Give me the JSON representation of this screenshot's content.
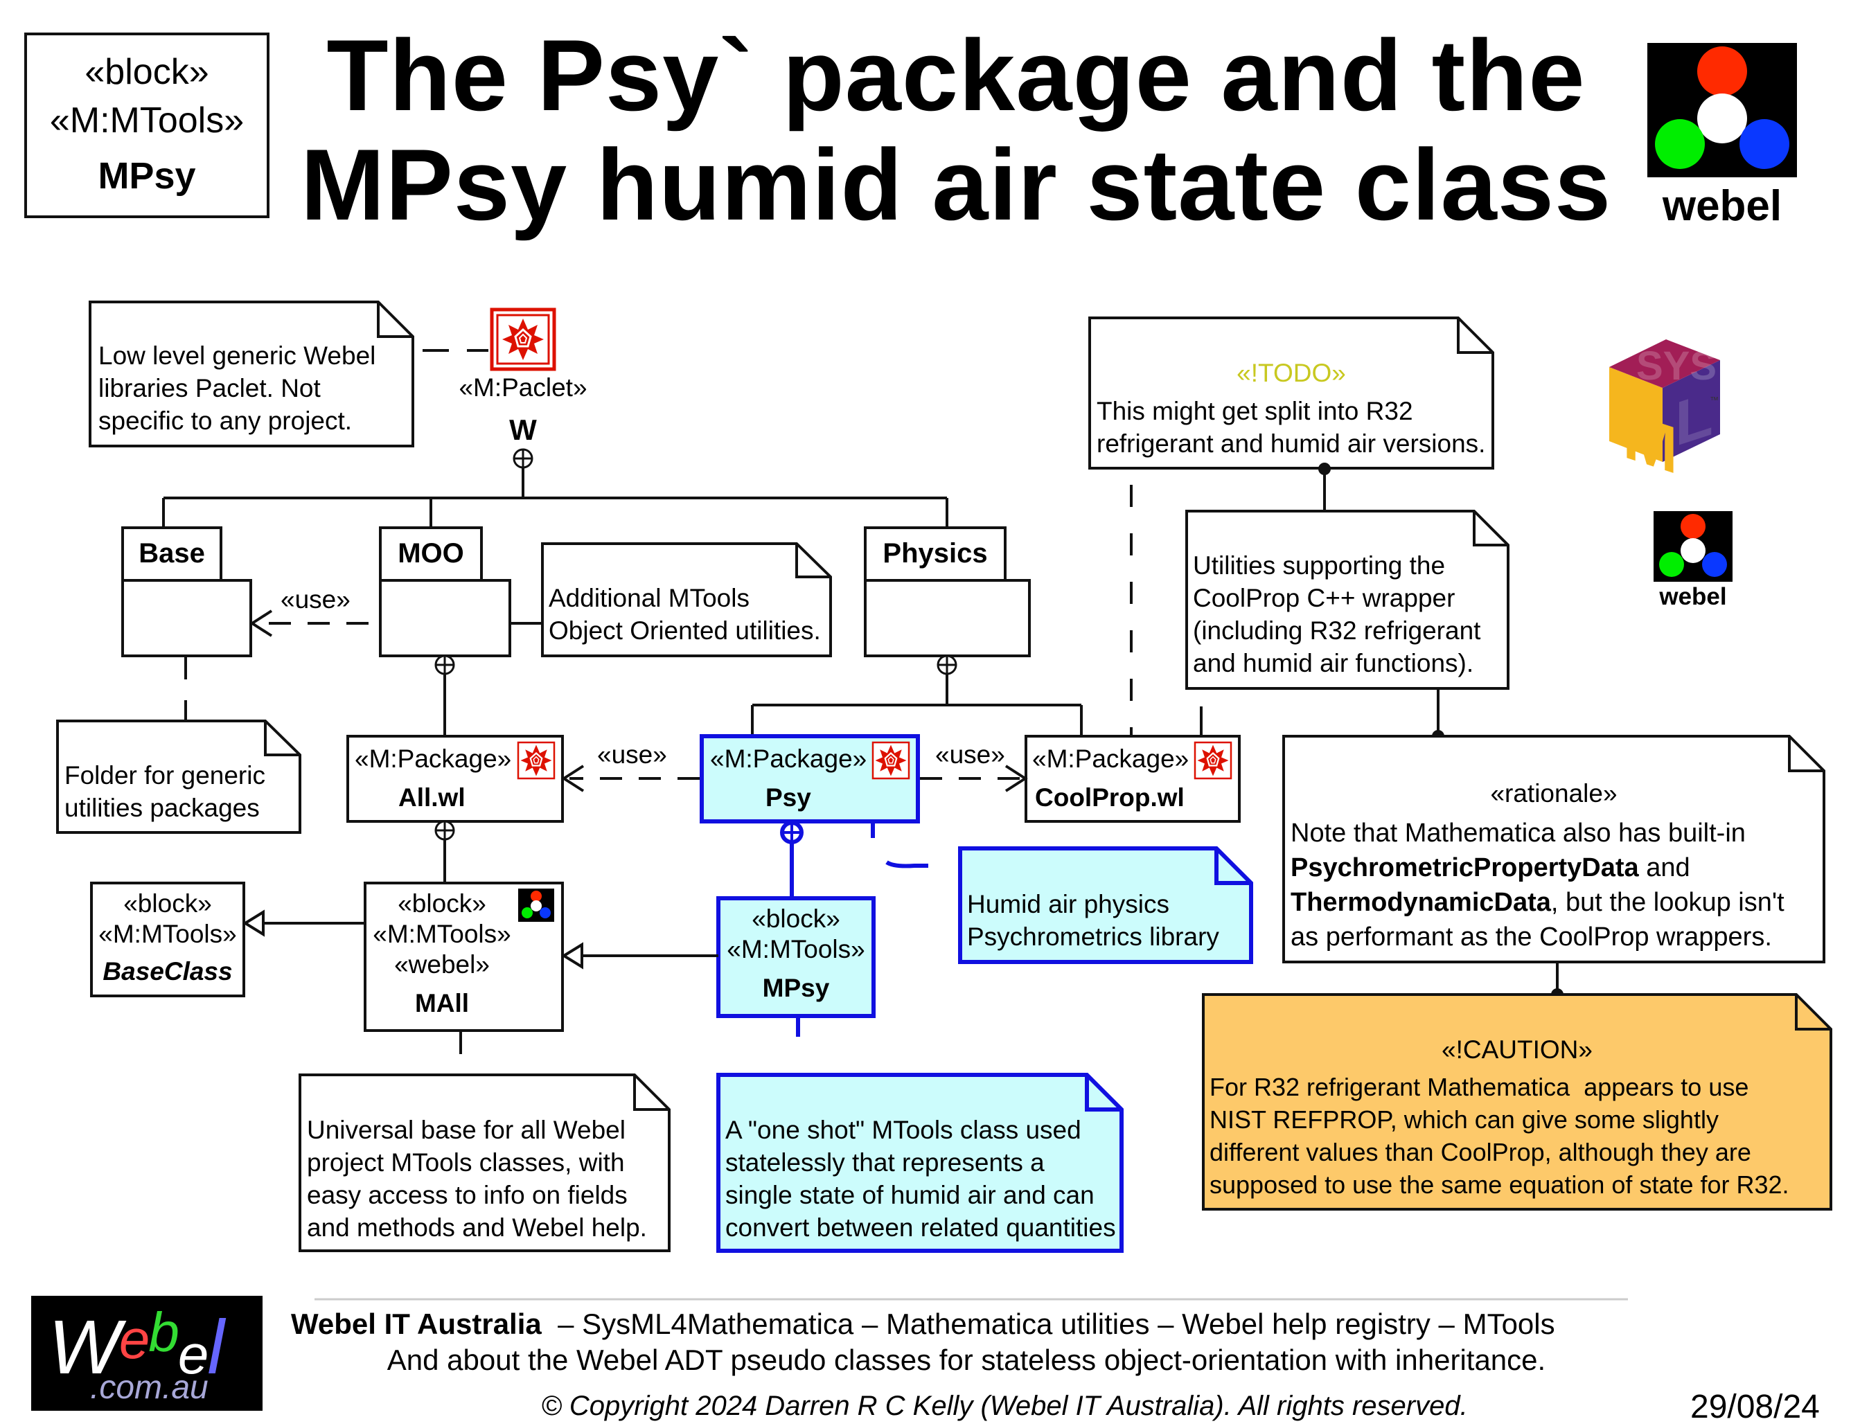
{
  "header": {
    "block_stereotypes": [
      "«block»",
      "«M:MTools»"
    ],
    "block_name": "MPsy",
    "title_line1": "The Psy` package and the",
    "title_line2": "MPsy humid air state class",
    "logo_text": "webel"
  },
  "colors": {
    "highlight_fill": "#ccfcfc",
    "highlight_stroke": "#1010e0",
    "caution_fill": "#fdc96a",
    "todo_text": "#c8c820",
    "wolfram_red": "#dd1100",
    "webel_red": "#ff2a00",
    "webel_green": "#00ee00",
    "webel_blue": "#0a38ff",
    "sysml_maroon": "#a21e56",
    "sysml_yellow": "#f5b61e",
    "sysml_purple": "#4a2a8a"
  },
  "diagram": {
    "paclet": {
      "stereotype": "«M:Paclet»",
      "name": "W"
    },
    "packages": {
      "base": "Base",
      "moo": "MOO",
      "physics": "Physics"
    },
    "use_labels": [
      "«use»",
      "«use»",
      "«use»"
    ],
    "all_wl": {
      "stereotype": "«M:Package»",
      "name": "All.wl"
    },
    "psy": {
      "stereotype": "«M:Package»",
      "name": "Psy"
    },
    "coolprop_wl": {
      "stereotype": "«M:Package»",
      "name": "CoolProp.wl"
    },
    "baseclass": {
      "stereotypes": [
        "«block»",
        "«M:MTools»"
      ],
      "name": "BaseClass"
    },
    "mall": {
      "stereotypes": [
        "«block»",
        "«M:MTools»",
        "«webel»"
      ],
      "name": "MAll"
    },
    "mpsy": {
      "stereotypes": [
        "«block»",
        "«M:MTools»"
      ],
      "name": "MPsy"
    },
    "notes": {
      "low_level": [
        "Low level generic Webel",
        "libraries Paclet. Not",
        "specific to any project."
      ],
      "additional": [
        "Additional MTools",
        "Object Oriented utilities."
      ],
      "folder": [
        "Folder for generic",
        "utilities packages"
      ],
      "todo_stereotype": "«!TODO»",
      "todo": [
        "This might get split into R32",
        "refrigerant and humid air versions."
      ],
      "coolprop_utils": [
        "Utilities supporting the",
        "CoolProp C++ wrapper",
        "(including R32 refrigerant",
        "and humid air functions)."
      ],
      "rationale_stereotype": "«rationale»",
      "rationale_line1": "Note that Mathematica also has built-in",
      "rationale_bold1": "PsychrometricPropertyData",
      "rationale_after1": " and",
      "rationale_bold2": "ThermodynamicData",
      "rationale_after2": ", but the lookup isn't",
      "rationale_line4": "as performant as the CoolProp wrappers.",
      "humid": [
        "Humid air physics",
        "Psychrometrics library"
      ],
      "caution_stereotype": "«!CAUTION»",
      "caution": [
        "For R32 refrigerant Mathematica  appears to use",
        "NIST REFPROP, which can give some slightly",
        "different values than CoolProp, although they are",
        "supposed to use the same equation of state for R32."
      ],
      "universal": [
        "Universal base for all Webel",
        "project MTools classes, with",
        "easy access to info on fields",
        "and methods and Webel help."
      ],
      "one_shot": [
        "A \"one shot\" MTools class used",
        "statelessly that represents a",
        "single state of humid air and can",
        "convert between related quantities"
      ]
    },
    "sysml_logo": {
      "letters": "SYS",
      "m": "M",
      "l": "L",
      "tm": "™"
    },
    "small_logo_text": "webel"
  },
  "footer": {
    "logo_main": "Webel",
    "logo_sub": ".com.au",
    "line1_bold": "Webel IT Australia ",
    "line1_rest": " – SysML4Mathematica – Mathematica utilities – Webel help registry – MTools",
    "line2": "And about the Webel ADT pseudo classes for stateless object-orientation with inheritance.",
    "copyright": "© Copyright 2024 Darren R C Kelly (Webel IT Australia). All rights reserved.",
    "date": "29/08/24"
  }
}
